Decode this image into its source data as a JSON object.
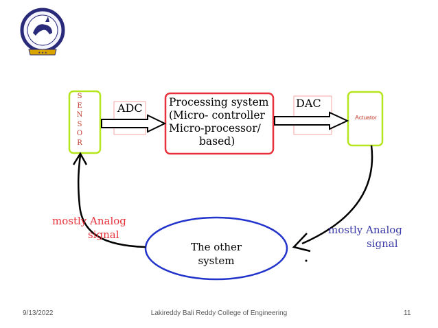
{
  "diagram": {
    "sensor_letters": [
      "S",
      "E",
      "N",
      "S",
      "O",
      "R"
    ],
    "adc_label": "ADC",
    "dac_label": "DAC",
    "processing_lines": [
      "Processing system",
      "(Micro- controller",
      "Micro-processor/",
      "based)"
    ],
    "actuator_label": "Actuator",
    "other_system_lines": [
      "The other",
      "system"
    ],
    "left_signal_lines": [
      "mostly Analog",
      "signal"
    ],
    "right_signal_lines": [
      "mostly Analog",
      "signal"
    ]
  },
  "logo": {
    "name": "college-seal",
    "text": "LAKIREDDY BALI REDDY COLLEGE OF ENGINEERING"
  },
  "footer": {
    "date": "9/13/2022",
    "center": "Lakireddy Bali Reddy College of Engineering",
    "page_number": "11"
  },
  "colors": {
    "sensor_border": "#b5e61d",
    "processing_border": "#e8303a",
    "label_box_border": "#f4a4a4",
    "ellipse_border": "#2233cc",
    "left_signal_text": "#e8303a",
    "right_signal_text": "#3a3aa8"
  }
}
